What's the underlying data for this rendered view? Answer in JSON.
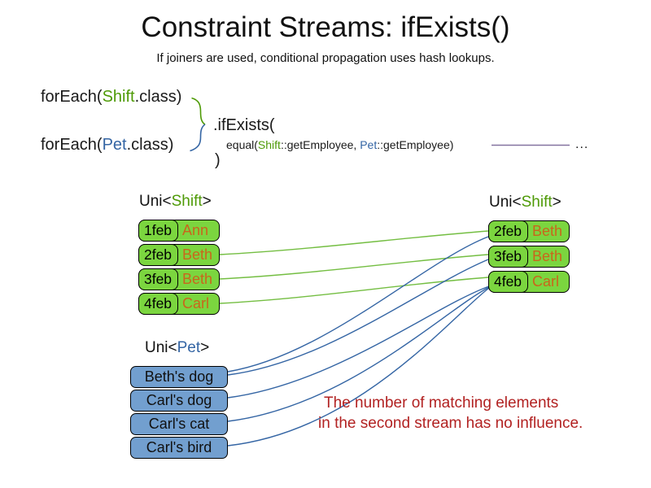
{
  "title": "Constraint Streams: ifExists()",
  "subtitle": "If joiners are used, conditional propagation uses hash lookups.",
  "code": {
    "foreach_shift": {
      "pre": "forEach(",
      "cls": "Shift",
      "post": ".class)"
    },
    "foreach_pet": {
      "pre": "forEach(",
      "cls": "Pet",
      "post": ".class)"
    },
    "if_exists": ".ifExists(",
    "equal": {
      "pre": "equal(",
      "a": "Shift",
      "mid": "::getEmployee, ",
      "b": "Pet",
      "post": "::getEmployee)"
    },
    "ellipsis": "...",
    "close": ")"
  },
  "left_table": {
    "label": {
      "pre": "Uni<",
      "type": "Shift",
      "post": ">"
    },
    "rows": [
      {
        "date": "1feb",
        "name": "Ann"
      },
      {
        "date": "2feb",
        "name": "Beth"
      },
      {
        "date": "3feb",
        "name": "Beth"
      },
      {
        "date": "4feb",
        "name": "Carl"
      }
    ]
  },
  "right_table": {
    "label": {
      "pre": "Uni<",
      "type": "Shift",
      "post": ">"
    },
    "rows": [
      {
        "date": "2feb",
        "name": "Beth"
      },
      {
        "date": "3feb",
        "name": "Beth"
      },
      {
        "date": "4feb",
        "name": "Carl"
      }
    ]
  },
  "pet_list": {
    "label": {
      "pre": "Uni<",
      "type": "Pet",
      "post": ">"
    },
    "items": [
      "Beth's dog",
      "Carl's dog",
      "Carl's cat",
      "Carl's bird"
    ]
  },
  "note": {
    "line1": "The number of matching elements",
    "line2": "in the second stream has no influence."
  },
  "colors": {
    "class_green": "#4E9A06",
    "class_blue": "#3465A4",
    "box_green": "#7BD53F",
    "box_blue": "#729FCF",
    "line_green": "#74BE42",
    "line_blue": "#3465A4",
    "line_purple": "#8573A0",
    "name_orange": "#C9661C",
    "note_red": "#B22222"
  }
}
